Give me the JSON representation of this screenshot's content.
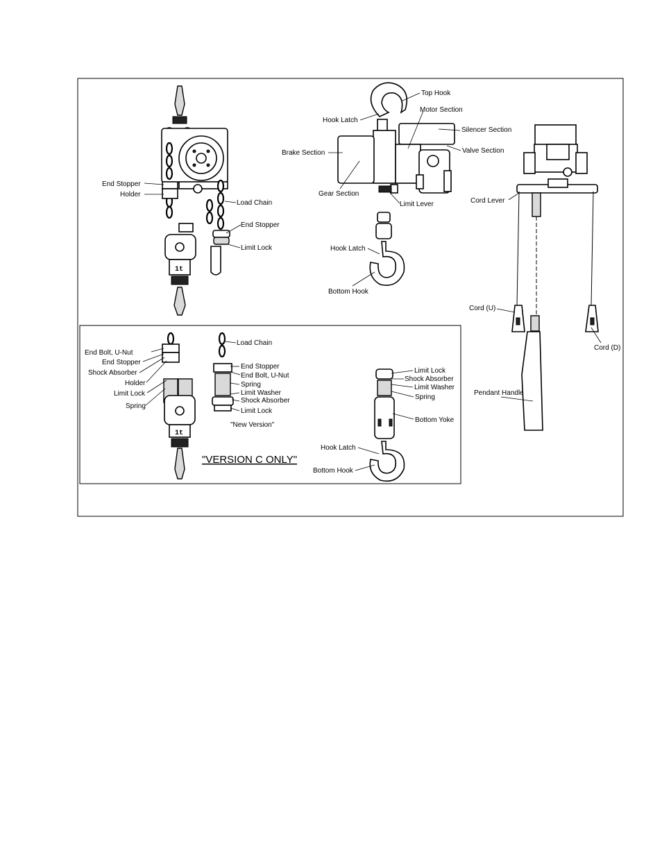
{
  "labels": {
    "top_hook": "Top Hook",
    "hook_latch_top": "Hook Latch",
    "motor_section": "Motor Section",
    "silencer_section": "Silencer Section",
    "brake_section": "Brake Section",
    "valve_section": "Valve Section",
    "gear_section": "Gear Section",
    "limit_lever": "Limit Lever",
    "hook_latch_mid": "Hook Latch",
    "bottom_hook_mid": "Bottom Hook",
    "end_stopper_left": "End Stopper",
    "holder_left": "Holder",
    "load_chain_top": "Load Chain",
    "end_stopper_top": "End Stopper",
    "limit_lock_top": "Limit Lock",
    "cord_lever": "Cord Lever",
    "cord_u": "Cord (U)",
    "cord_d": "Cord (D)",
    "pendant_handle": "Pendant Handle",
    "rated_top": "1t",
    "rated_inset": "1t"
  },
  "inset": {
    "end_bolt": "End Bolt, U-Nut",
    "end_stopper": "End Stopper",
    "shock_absorber": "Shock Absorber",
    "holder": "Holder",
    "limit_lock": "Limit Lock",
    "spring": "Spring",
    "load_chain": "Load Chain",
    "nv_end_stopper": "End Stopper",
    "nv_end_bolt": "End Bolt, U-Nut",
    "nv_spring": "Spring",
    "nv_limit_washer": "Limit Washer",
    "nv_shock_absorber": "Shock Absorber",
    "nv_limit_lock": "Limit Lock",
    "new_version": "\"New Version\"",
    "version_c_only": "\"VERSION C ONLY\"",
    "r_limit_lock": "Limit Lock",
    "r_shock_absorber": "Shock Absorber",
    "r_limit_washer": "Limit Washer",
    "r_spring": "Spring",
    "r_bottom_yoke": "Bottom Yoke",
    "r_hook_latch": "Hook Latch",
    "r_bottom_hook": "Bottom Hook"
  }
}
